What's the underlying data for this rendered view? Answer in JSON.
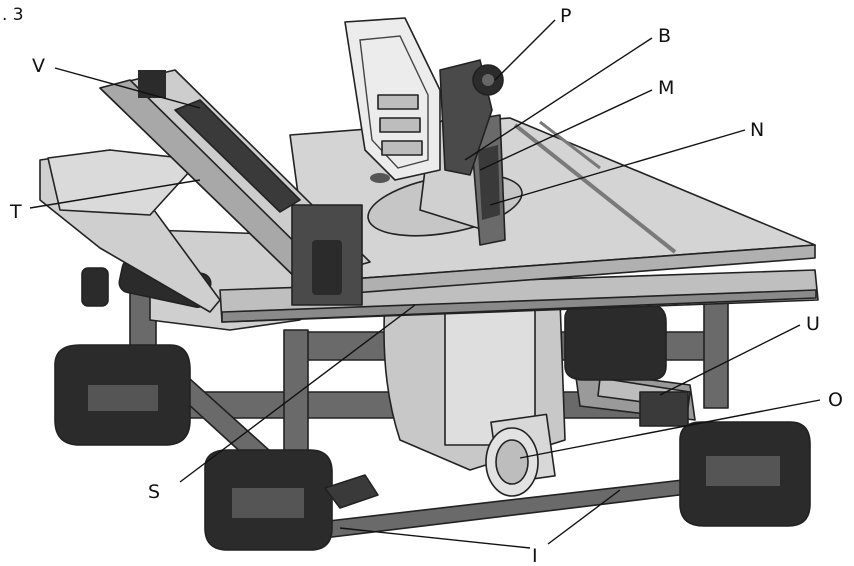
{
  "figure": {
    "label": ". 3"
  },
  "callouts": {
    "P": "P",
    "B": "B",
    "M": "M",
    "N": "N",
    "V": "V",
    "T": "T",
    "U": "U",
    "O": "O",
    "S": "S",
    "I": "I"
  },
  "colors": {
    "line": "#222222",
    "table_top": "#d4d4d4",
    "metal": "#b4b4b4",
    "dark_part": "#4a4a4a",
    "frame": "#6a6a6a",
    "black_part": "#2b2b2b",
    "blade": "#d0d0d0"
  }
}
